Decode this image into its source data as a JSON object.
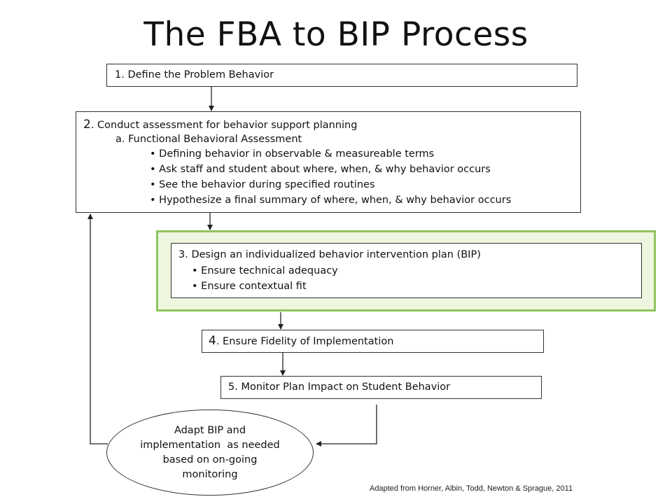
{
  "title": "The FBA to BIP Process",
  "step1": {
    "label": "1. Define the Problem Behavior"
  },
  "step2": {
    "number": "2",
    "label": ". Conduct assessment for behavior support planning",
    "sub": "a. Functional Behavioral Assessment",
    "bullets": [
      "Defining behavior in observable & measureable terms",
      "Ask staff and student about where, when, & why behavior occurs",
      "See the behavior during specified routines",
      "Hypothesize a final summary of where, when, & why behavior occurs"
    ]
  },
  "step3": {
    "label": "3. Design an individualized behavior intervention plan (BIP)",
    "bullets": [
      "Ensure technical adequacy",
      "Ensure contextual fit"
    ]
  },
  "step4": {
    "number": "4",
    "label": ". Ensure Fidelity of Implementation"
  },
  "step5": {
    "label": "5. Monitor Plan Impact on Student Behavior"
  },
  "adapt": {
    "lines": [
      "Adapt BIP and",
      "implementation  as needed",
      "based on on-going",
      "monitoring"
    ]
  },
  "credit": "Adapted from Horner, Albin, Todd, Newton & Sprague, 2011",
  "colors": {
    "highlight_fill": "#eef6e0",
    "highlight_border": "#8dc45c"
  }
}
